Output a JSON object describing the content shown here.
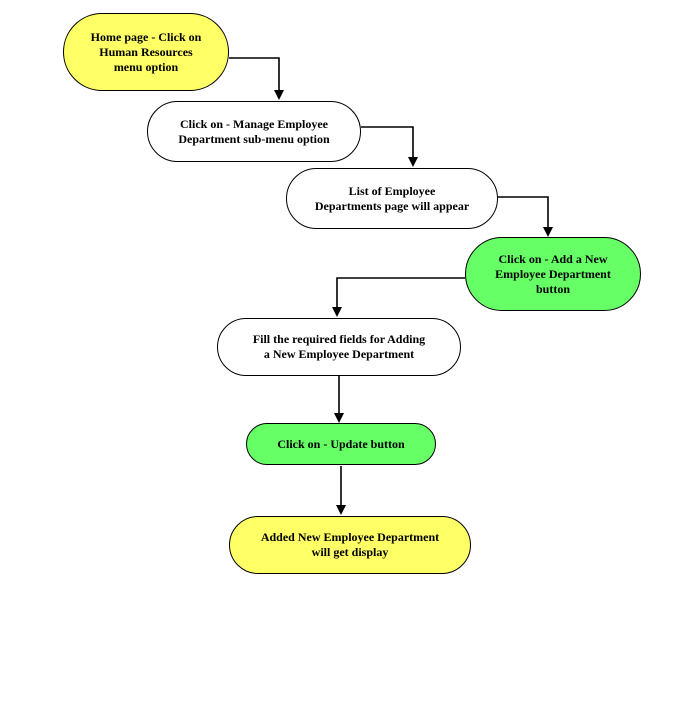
{
  "colors": {
    "yellow": "#ffff66",
    "green": "#66ff66",
    "white": "#ffffff",
    "stroke": "#000000"
  },
  "nodes": [
    {
      "text": "Home page - Click on\nHuman Resources\nmenu option",
      "color": "#ffff66"
    },
    {
      "text": "Click on - Manage Employee\nDepartment sub-menu option",
      "color": "#ffffff"
    },
    {
      "text": "List of Employee\nDepartments page will appear",
      "color": "#ffffff"
    },
    {
      "text": "Click on - Add a New\nEmployee Department\nbutton",
      "color": "#66ff66"
    },
    {
      "text": "Fill the required fields for Adding\na New Employee Department",
      "color": "#ffffff"
    },
    {
      "text": "Click on - Update button",
      "color": "#66ff66"
    },
    {
      "text": "Added New Employee Department\nwill get display",
      "color": "#ffff66"
    }
  ],
  "edges": [
    {
      "from": 0,
      "to": 1
    },
    {
      "from": 1,
      "to": 2
    },
    {
      "from": 2,
      "to": 3
    },
    {
      "from": 3,
      "to": 4
    },
    {
      "from": 4,
      "to": 5
    },
    {
      "from": 5,
      "to": 6
    }
  ]
}
